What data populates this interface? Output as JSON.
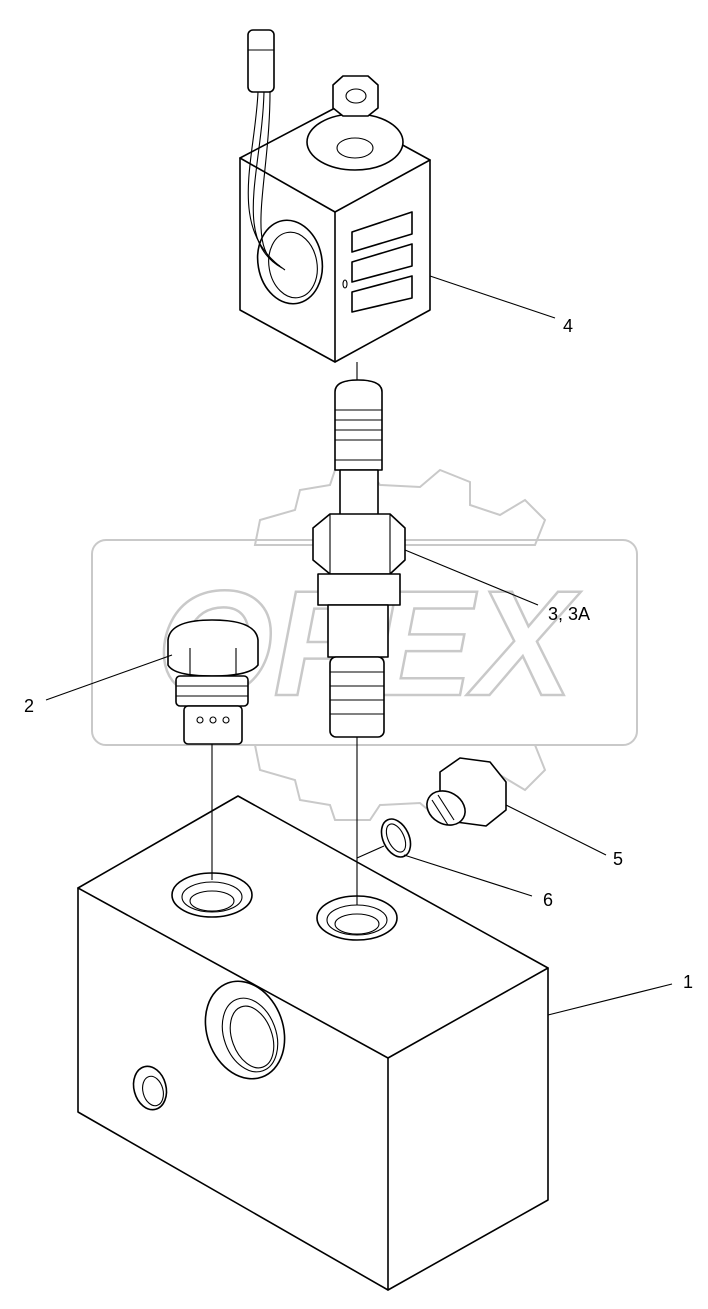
{
  "watermark": {
    "text": "OPEX",
    "color": "#c9c9c9"
  },
  "callouts": [
    {
      "id": "1",
      "text": "1"
    },
    {
      "id": "2",
      "text": "2"
    },
    {
      "id": "3",
      "text": "3, 3A"
    },
    {
      "id": "4",
      "text": "4"
    },
    {
      "id": "5",
      "text": "5"
    },
    {
      "id": "6",
      "text": "6"
    }
  ]
}
